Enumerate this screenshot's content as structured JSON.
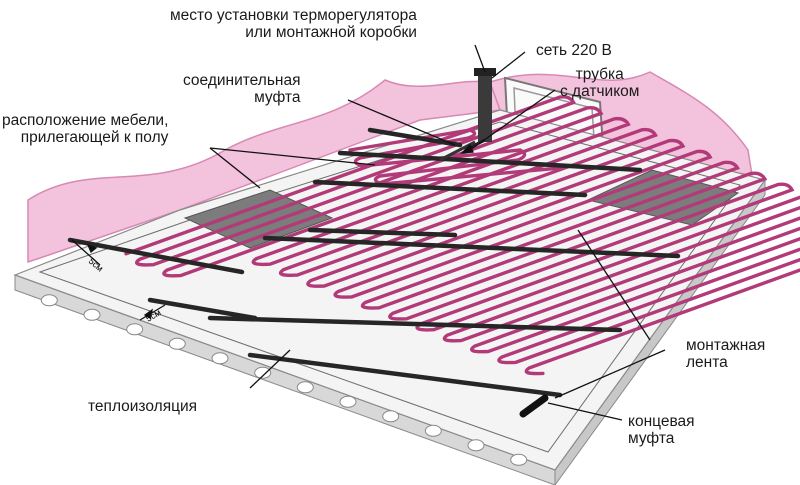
{
  "labels": {
    "thermostat_line1": "место установки терморегулятора",
    "thermostat_line2": "или монтажной коробки",
    "power": "сеть 220 В",
    "coupling_line1": "соединительная",
    "coupling_line2": "муфта",
    "tube_line1": "трубка",
    "tube_line2": "с датчиком",
    "furniture_line1": "расположение мебели,",
    "furniture_line2": "прилегающей к полу",
    "tape_line1": "монтажная",
    "tape_line2": "лента",
    "insulation": "теплоизоляция",
    "end_line1": "концевая",
    "end_line2": "муфта",
    "dim_a": "5см",
    "dim_b": "5см"
  },
  "colors": {
    "wall": "#f3c2dc",
    "wall_edge": "#d889b3",
    "cable": "#b23a78",
    "tape": "#2a2a2a",
    "furniture": "#7c7c7c",
    "slab_top": "#f4f4f4",
    "slab_side": "#dcdcdc"
  }
}
